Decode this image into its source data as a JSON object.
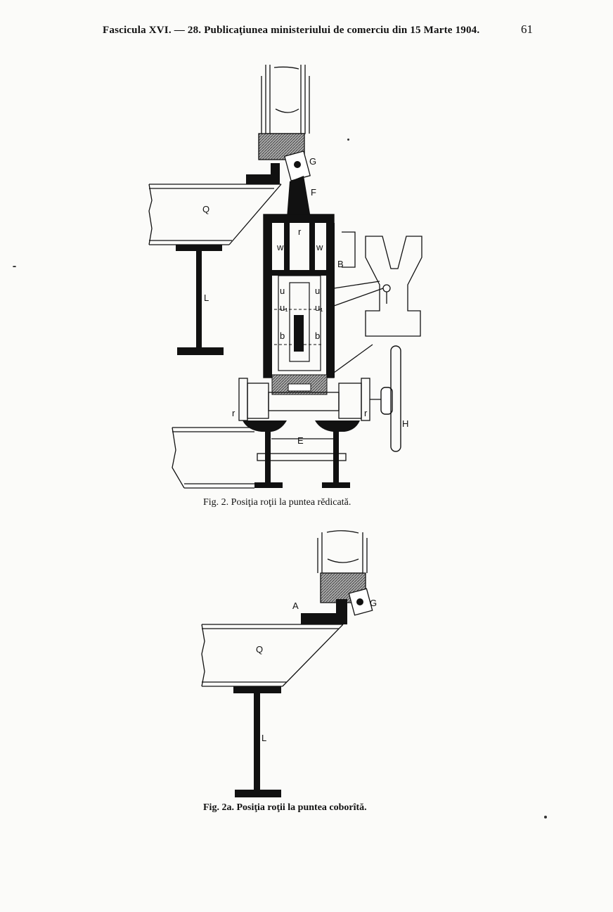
{
  "header": {
    "running_title": "Fascicula XVI. — 28. Publicaţiunea ministeriului de comerciu din 15 Marte 1904.",
    "page_number": "61"
  },
  "figure1": {
    "caption": "Fig. 2. Posiţia roţii la puntea rĕdicată.",
    "labels": {
      "G": "G",
      "F": "F",
      "Q": "Q",
      "L": "L",
      "E": "E",
      "H": "H",
      "r_left": "r",
      "r_right": "r",
      "r_top": "r",
      "w_left": "w",
      "w_right": "w",
      "u_left": "u",
      "u_right": "u",
      "u1_left": "u₁",
      "u1_right": "u₁",
      "b_left": "b",
      "b_right": "b",
      "B": "B"
    }
  },
  "figure2": {
    "caption": "Fig. 2a. Posiţia roţii la puntea coborîtă.",
    "labels": {
      "A": "A",
      "G": "G",
      "Q": "Q",
      "L": "L"
    }
  }
}
